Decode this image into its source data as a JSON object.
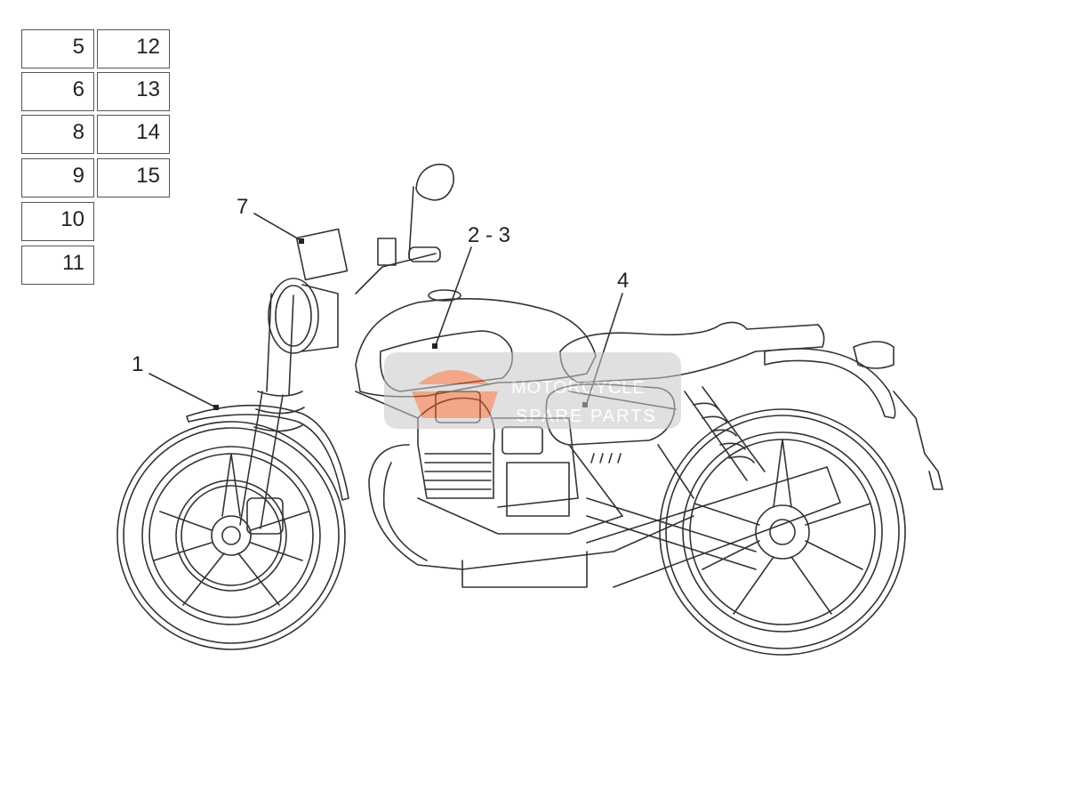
{
  "part_boxes": {
    "left": [
      "5",
      "6",
      "8",
      "9",
      "10",
      "11"
    ],
    "right": [
      "12",
      "13",
      "14",
      "15"
    ]
  },
  "callouts": {
    "c1": "1",
    "c23": "2 - 3",
    "c4": "4",
    "c7": "7"
  },
  "watermark": {
    "line1": "MOTORCYCLE",
    "line2": "SPARE PARTS"
  },
  "colors": {
    "line": "#333333",
    "watermark_bg": "#c8c8c8",
    "watermark_accent": "#e8602c"
  }
}
